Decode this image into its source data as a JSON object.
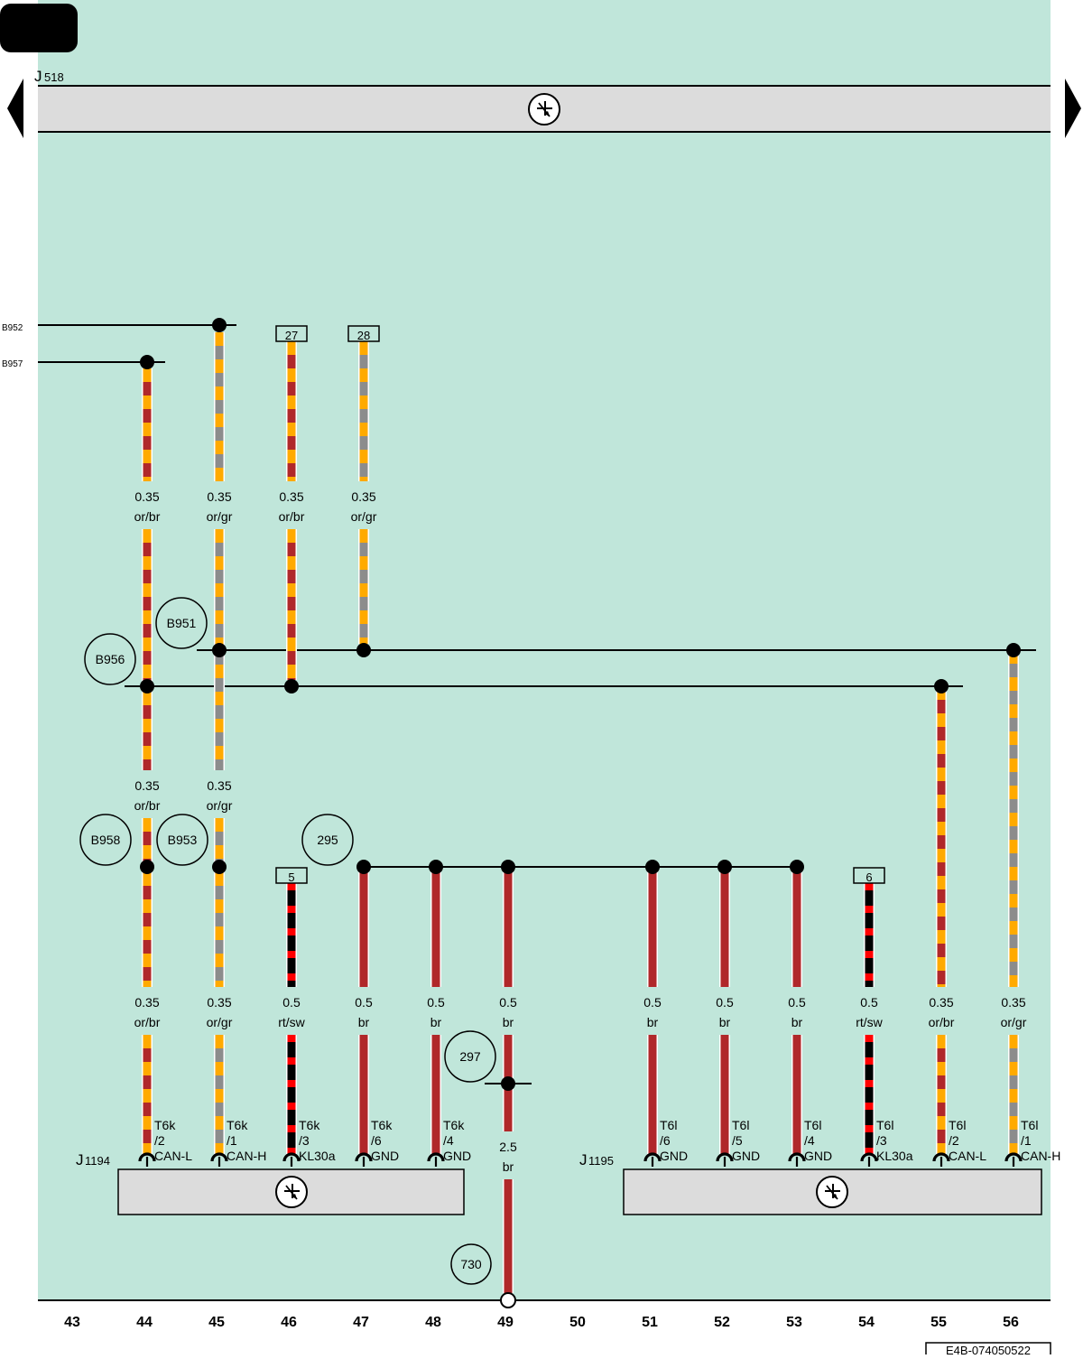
{
  "colors": {
    "background": "#c0e6da",
    "component_fill": "#dcdcdc",
    "orange": "#ffaa00",
    "brown": "#b0282a",
    "grey": "#8c8c8c",
    "red": "#ff0000",
    "black": "#000000"
  },
  "header": {
    "component_label": "J",
    "component_sub": "518"
  },
  "nav": {
    "prev_icon": "triangle-left",
    "next_icon": "triangle-right"
  },
  "buses": [
    {
      "id": "B952",
      "label": "B952"
    },
    {
      "id": "B957",
      "label": "B957"
    }
  ],
  "connector_boxes": [
    "27",
    "28",
    "5",
    "6"
  ],
  "circle_labels": [
    "B951",
    "B956",
    "B958",
    "B953",
    "295",
    "297",
    "730"
  ],
  "wire_labels": {
    "c44": [
      [
        "0.35",
        "or/br"
      ],
      [
        "0.35",
        "or/br"
      ],
      [
        "0.35",
        "or/br"
      ]
    ],
    "c45": [
      [
        "0.35",
        "or/gr"
      ],
      [
        "0.35",
        "or/gr"
      ],
      [
        "0.35",
        "or/gr"
      ]
    ],
    "c46": [
      [
        "0.35",
        "or/br"
      ],
      [
        "0.5",
        "rt/sw"
      ]
    ],
    "c47": [
      [
        "0.35",
        "or/gr"
      ],
      [
        "0.5",
        "br"
      ]
    ],
    "c48": [
      [
        "0.5",
        "br"
      ]
    ],
    "c49": [
      [
        "0.5",
        "br"
      ],
      [
        "2.5",
        "br"
      ]
    ],
    "c51": [
      [
        "0.5",
        "br"
      ]
    ],
    "c52": [
      [
        "0.5",
        "br"
      ]
    ],
    "c53": [
      [
        "0.5",
        "br"
      ]
    ],
    "c54": [
      [
        "0.5",
        "rt/sw"
      ]
    ],
    "c55": [
      [
        "0.35",
        "or/br"
      ]
    ],
    "c56": [
      [
        "0.35",
        "or/gr"
      ]
    ]
  },
  "pins": [
    [
      "T6k",
      "/2",
      "CAN-L"
    ],
    [
      "T6k",
      "/1",
      "CAN-H"
    ],
    [
      "T6k",
      "/3",
      "KL30a"
    ],
    [
      "T6k",
      "/6",
      "GND"
    ],
    [
      "T6k",
      "/4",
      "GND"
    ],
    [
      "T6l",
      "/6",
      "GND"
    ],
    [
      "T6l",
      "/5",
      "GND"
    ],
    [
      "T6l",
      "/4",
      "GND"
    ],
    [
      "T6l",
      "/3",
      "KL30a"
    ],
    [
      "T6l",
      "/2",
      "CAN-L"
    ],
    [
      "T6l",
      "/1",
      "CAN-H"
    ]
  ],
  "components": [
    {
      "label": "J",
      "sub": "1194"
    },
    {
      "label": "J",
      "sub": "1195"
    }
  ],
  "columns": [
    "43",
    "44",
    "45",
    "46",
    "47",
    "48",
    "49",
    "50",
    "51",
    "52",
    "53",
    "54",
    "55",
    "56"
  ],
  "footer": {
    "ref": "E4B-074050522"
  }
}
